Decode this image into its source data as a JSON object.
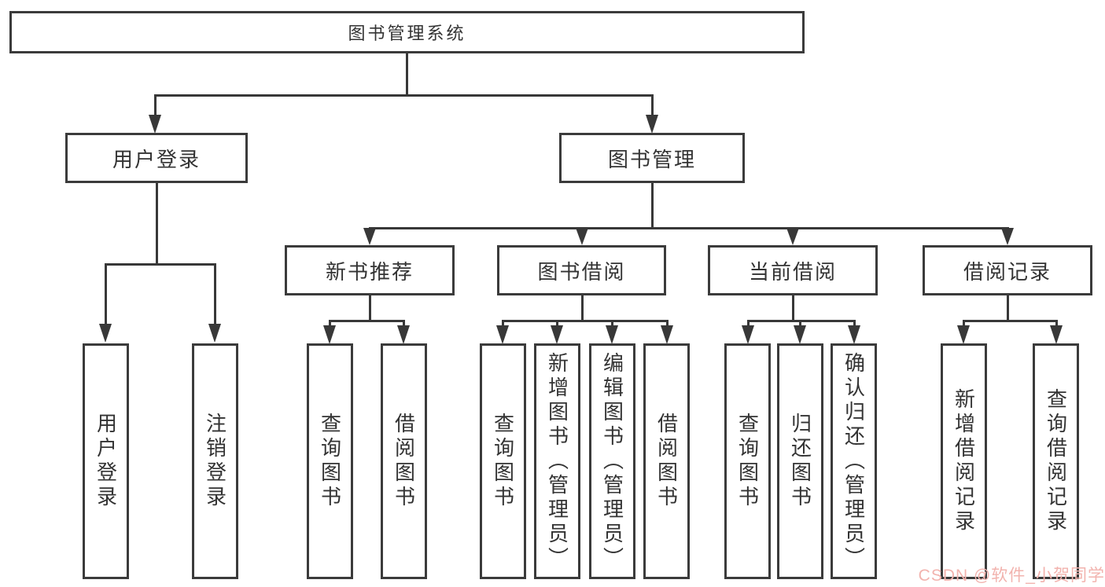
{
  "diagram": {
    "root_label": "图书管理系统",
    "user_login": {
      "label": "用户登录",
      "children": [
        "用户登录",
        "注销登录"
      ]
    },
    "book_management": {
      "label": "图书管理",
      "sections": [
        {
          "label": "新书推荐",
          "children": [
            "查询图书",
            "借阅图书"
          ]
        },
        {
          "label": "图书借阅",
          "children": [
            "查询图书",
            "新增图书（管理员）",
            "编辑图书（管理员）",
            "借阅图书"
          ]
        },
        {
          "label": "当前借阅",
          "children": [
            "查询图书",
            "归还图书",
            "确认归还（管理员）"
          ]
        },
        {
          "label": "借阅记录",
          "children": [
            "新增借阅记录",
            "查询借阅记录"
          ]
        }
      ]
    }
  },
  "watermark": {
    "text": "CSDN @软件_小贺同学",
    "color": "#f2b3ae"
  },
  "colors": {
    "line": "#383838",
    "border": "#3b3b3b",
    "text": "#333333",
    "background": "#ffffff"
  }
}
